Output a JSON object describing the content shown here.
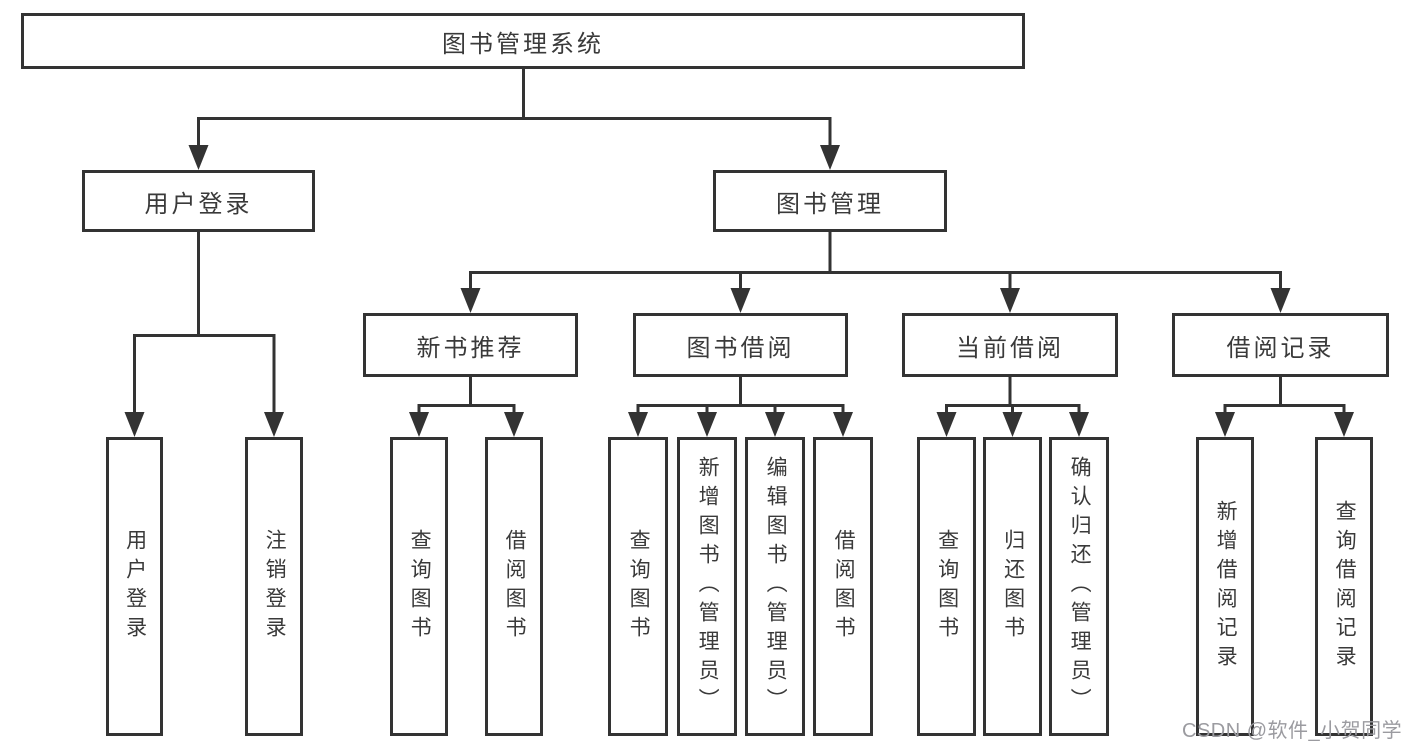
{
  "diagram": {
    "root": {
      "label": "图书管理系统"
    },
    "branches": [
      {
        "label": "用户登录",
        "children": [
          {
            "label": "用户登录"
          },
          {
            "label": "注销登录"
          }
        ]
      },
      {
        "label": "图书管理",
        "children": [
          {
            "label": "新书推荐",
            "children": [
              {
                "label": "查询图书"
              },
              {
                "label": "借阅图书"
              }
            ]
          },
          {
            "label": "图书借阅",
            "children": [
              {
                "label": "查询图书"
              },
              {
                "label": "新增图书（管理员）"
              },
              {
                "label": "编辑图书（管理员）"
              },
              {
                "label": "借阅图书"
              }
            ]
          },
          {
            "label": "当前借阅",
            "children": [
              {
                "label": "查询图书"
              },
              {
                "label": "归还图书"
              },
              {
                "label": "确认归还（管理员）"
              }
            ]
          },
          {
            "label": "借阅记录",
            "children": [
              {
                "label": "新增借阅记录"
              },
              {
                "label": "查询借阅记录"
              }
            ]
          }
        ]
      }
    ]
  },
  "watermark": {
    "text": "CSDN @软件_小贺同学"
  },
  "colors": {
    "line": "#333333",
    "text": "#3a3a3a",
    "background": "#ffffff",
    "watermark": "#9b9ba0"
  }
}
